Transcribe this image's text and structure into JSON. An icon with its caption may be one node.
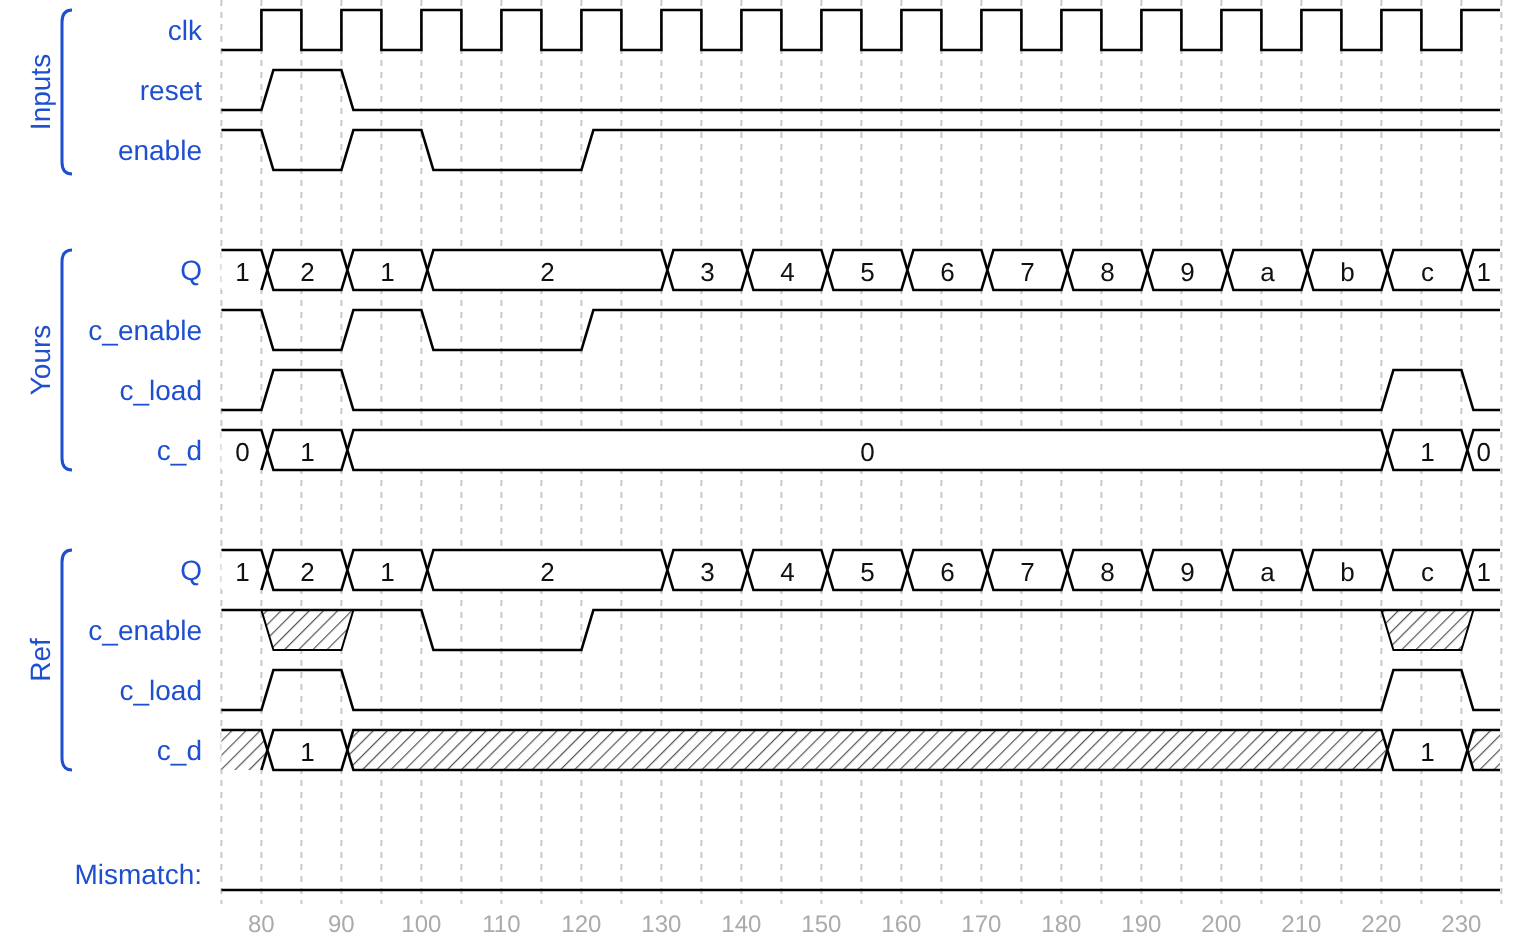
{
  "diagram": {
    "labels": [
      "Inputs",
      "clk",
      "reset",
      "enable",
      "Yours",
      "Q",
      "1",
      "2",
      "1",
      "2",
      "3",
      "4",
      "5",
      "6",
      "7",
      "8",
      "9",
      "a",
      "b",
      "c",
      "1",
      "c_enable",
      "c_load",
      "c_d",
      "0",
      "1",
      "0",
      "1",
      "0",
      "Ref",
      "Q",
      "1",
      "2",
      "1",
      "2",
      "3",
      "4",
      "5",
      "6",
      "7",
      "8",
      "9",
      "a",
      "b",
      "c",
      "1",
      "c_enable",
      "c_load",
      "c_d",
      "1",
      "1",
      "Mismatch:",
      "80",
      "90",
      "100",
      "110",
      "120",
      "130",
      "140",
      "150",
      "160",
      "170",
      "180",
      "190",
      "200",
      "210",
      "220",
      "230"
    ]
  }
}
